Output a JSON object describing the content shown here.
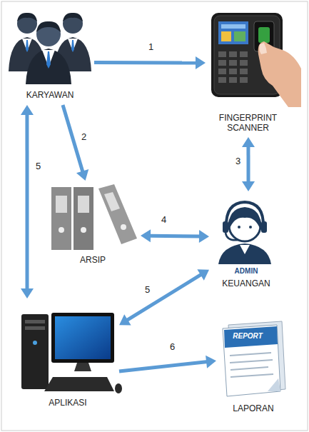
{
  "diagram": {
    "nodes": [
      {
        "text": [
          "KARYAWAN"
        ]
      },
      {
        "text": [
          "FINGERPRINT SCANNER"
        ]
      },
      {
        "text": [
          "ARSIP"
        ]
      },
      {
        "text": [
          "ADMIN",
          "KEUANGAN"
        ]
      },
      {
        "text": [
          "APLIKASI"
        ]
      },
      {
        "text": [
          "REPORT",
          "LAPORAN"
        ]
      }
    ],
    "edges": [
      {
        "from": 0,
        "to": 1,
        "label": "1",
        "arrow": "to"
      },
      {
        "from": 0,
        "to": 2,
        "label": "2",
        "arrow": "to"
      },
      {
        "from": 1,
        "to": 3,
        "label": "3",
        "arrow": "both"
      },
      {
        "from": 2,
        "to": 3,
        "label": "4",
        "arrow": "both"
      },
      {
        "from": 0,
        "to": 4,
        "label": "5",
        "arrow": "both"
      },
      {
        "from": 3,
        "to": 4,
        "label": "5",
        "arrow": "both"
      },
      {
        "from": 4,
        "to": 5,
        "label": "6",
        "arrow": "to"
      }
    ]
  }
}
